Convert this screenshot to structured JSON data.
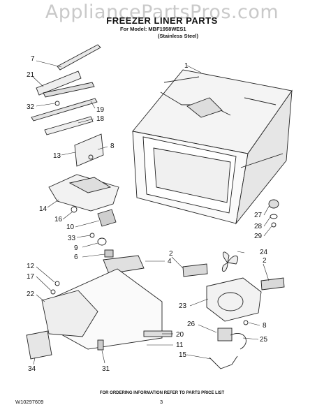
{
  "header": {
    "watermark": "AppliancePartsPros.com",
    "title": "FREEZER LINER PARTS",
    "model_line": "For Model: MBF1958WES1",
    "variant_line": "(Stainless Steel)"
  },
  "callouts": {
    "n1": "1",
    "n7": "7",
    "n21": "21",
    "n32": "32",
    "n19": "19",
    "n18": "18",
    "n13": "13",
    "n8a": "8",
    "n14": "14",
    "n16": "16",
    "n10": "10",
    "n33": "33",
    "n9": "9",
    "n6": "6",
    "n2a": "2",
    "n4": "4",
    "n24": "24",
    "n2b": "2",
    "n27": "27",
    "n28": "28",
    "n29": "29",
    "n12": "12",
    "n17": "17",
    "n22": "22",
    "n23": "23",
    "n26": "26",
    "n8b": "8",
    "n25": "25",
    "n20": "20",
    "n11": "11",
    "n15": "15",
    "n34": "34",
    "n31": "31"
  },
  "footer": {
    "order_info": "FOR ORDERING INFORMATION REFER TO PARTS PRICE LIST",
    "doc_number": "W10297609",
    "page_number": "3"
  }
}
